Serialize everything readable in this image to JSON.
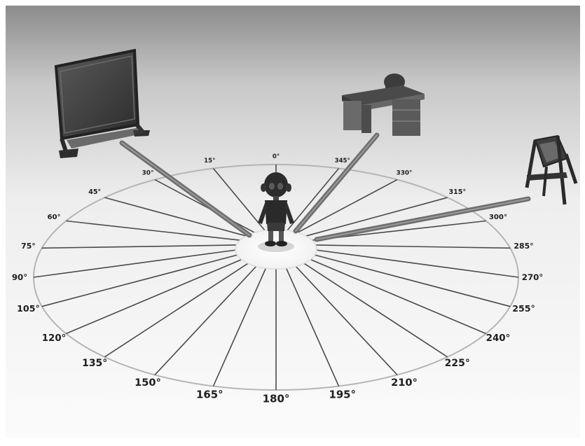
{
  "angle_labels": [
    "0°",
    "15°",
    "30°",
    "45°",
    "60°",
    "75°",
    "90°",
    "105°",
    "120°",
    "135°",
    "150°",
    "165°",
    "180°",
    "195°",
    "210°",
    "225°",
    "240°",
    "255°",
    "270°",
    "285°",
    "300°",
    "315°",
    "330°",
    "345°"
  ],
  "colors": {
    "background_top": "#909090",
    "background_bottom": "#fafafa",
    "ring": "#b4b4b4",
    "spoke": "#4a4a4a",
    "pointer": "#6e6e6e",
    "label": "#1e1e1e",
    "whiteboard": "#3a3a3a",
    "desk": "#555555",
    "easel": "#444444",
    "figure": "#2a2a2a"
  },
  "objects": {
    "left": "whiteboard",
    "center": "desk-with-chair",
    "right": "easel"
  }
}
